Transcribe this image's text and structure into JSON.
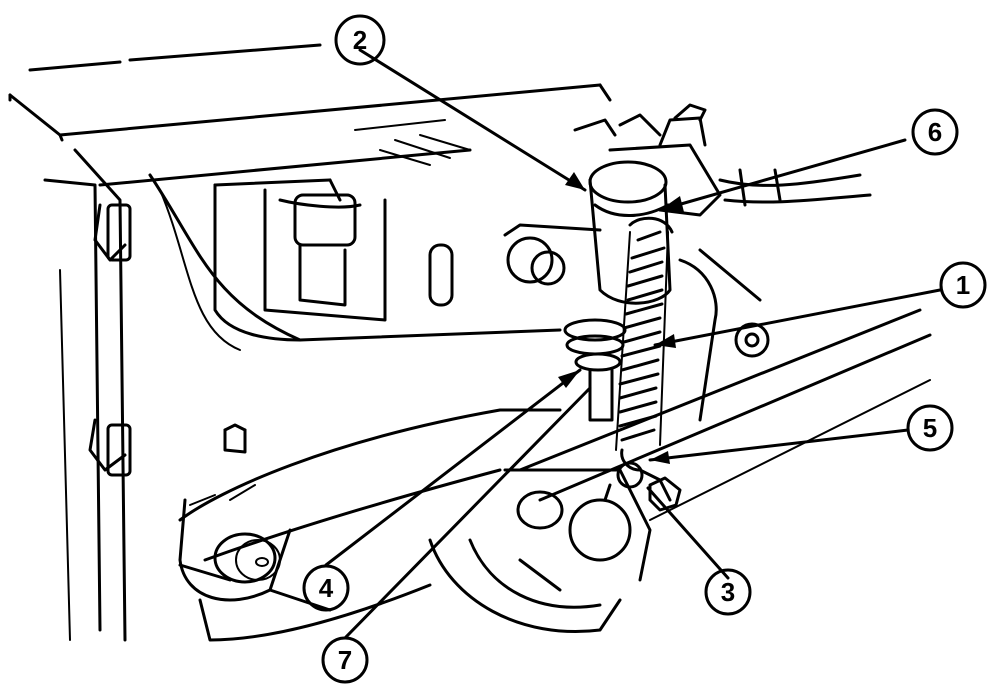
{
  "callouts": [
    {
      "id": "c2",
      "label": "2"
    },
    {
      "id": "c6",
      "label": "6"
    },
    {
      "id": "c1",
      "label": "1"
    },
    {
      "id": "c5",
      "label": "5"
    },
    {
      "id": "c3",
      "label": "3"
    },
    {
      "id": "c4",
      "label": "4"
    },
    {
      "id": "c7",
      "label": "7"
    }
  ],
  "colors": {
    "ink": "#000000",
    "background": "#ffffff"
  }
}
